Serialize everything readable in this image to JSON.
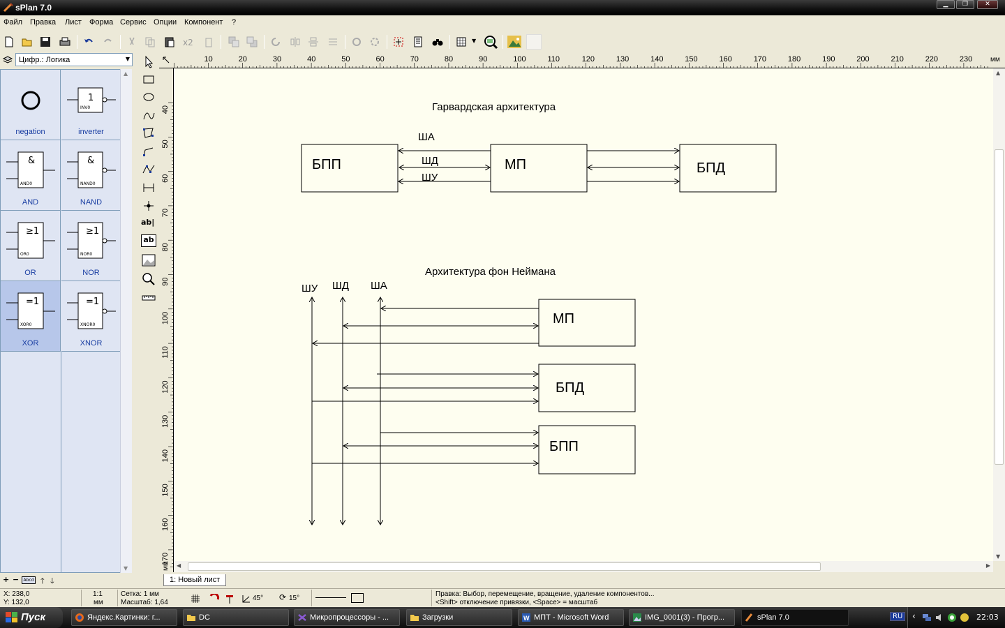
{
  "window": {
    "title": "sPlan 7.0",
    "min": "▁",
    "max": "❐",
    "close": "✕"
  },
  "menu": [
    "Файл",
    "Правка",
    "Лист",
    "Форма",
    "Сервис",
    "Опции",
    "Компонент",
    "?"
  ],
  "toolbar": {
    "times2_label": "x2"
  },
  "library": {
    "selected": "Цифр.: Логика",
    "components": [
      {
        "name": "negation",
        "symbol": "",
        "tag": ""
      },
      {
        "name": "inverter",
        "symbol": "1",
        "tag": "INV0"
      },
      {
        "name": "AND",
        "symbol": "&",
        "tag": "AND0"
      },
      {
        "name": "NAND",
        "symbol": "&",
        "tag": "NAND0"
      },
      {
        "name": "OR",
        "symbol": "≥1",
        "tag": "OR0"
      },
      {
        "name": "NOR",
        "symbol": "≥1",
        "tag": "NOR0"
      },
      {
        "name": "XOR",
        "symbol": "=1",
        "tag": "XOR0"
      },
      {
        "name": "XNOR",
        "symbol": "=1",
        "tag": "XNOR0"
      }
    ],
    "selected_component": "XOR",
    "bottom_box": "Abcd"
  },
  "tools": {
    "text1": "ab|",
    "text2": "ab"
  },
  "ruler": {
    "top": [
      "10",
      "20",
      "30",
      "40",
      "50",
      "60",
      "70",
      "80",
      "90",
      "100",
      "110",
      "120",
      "130",
      "140",
      "150",
      "160",
      "170",
      "180",
      "190",
      "200",
      "210",
      "220",
      "230"
    ],
    "top_unit": "мм",
    "left": [
      "40",
      "50",
      "60",
      "70",
      "80",
      "90",
      "100",
      "110",
      "120",
      "130",
      "140",
      "150",
      "160",
      "170"
    ],
    "left_unit": "мм"
  },
  "diagram": {
    "harvard": {
      "title": "Гарвардская архитектура",
      "blocks": [
        "БПП",
        "МП",
        "БПД"
      ],
      "buses": [
        "ША",
        "ШД",
        "ШУ"
      ]
    },
    "neumann": {
      "title": "Архитектура фон Неймана",
      "buses": [
        "ШУ",
        "ШД",
        "ША"
      ],
      "blocks": [
        "МП",
        "БПД",
        "БПП"
      ]
    }
  },
  "sheet_tab": "1: Новый лист",
  "status": {
    "x": "X: 238,0",
    "y": "Y: 132,0",
    "ratio": "1:1",
    "ratio_unit": "мм",
    "grid": "Сетка: 1 мм",
    "scale": "Масштаб:  1,64",
    "angle1": "45°",
    "angle2": "15°",
    "hint1": "Правка: Выбор, перемещение, вращение, удаление компонентов...",
    "hint2": "<Shift> отключение привязки, <Space> =  масштаб"
  },
  "taskbar": {
    "start": "Пуск",
    "tasks": [
      {
        "label": "Яндекс.Картинки: г..."
      },
      {
        "label": "DC"
      },
      {
        "label": "Микропроцессоры - ..."
      },
      {
        "label": "Загрузки"
      },
      {
        "label": "МПТ - Microsoft Word"
      },
      {
        "label": "IMG_0001(3) - Прогр..."
      },
      {
        "label": "sPlan 7.0"
      }
    ],
    "lang": "RU",
    "clock": "22:03"
  },
  "colors": {
    "canvas": "#fefef0",
    "lib_panel": "#dfe5f3",
    "lib_selected": "#b7c7ea",
    "lib_label": "#1b3fa3"
  }
}
